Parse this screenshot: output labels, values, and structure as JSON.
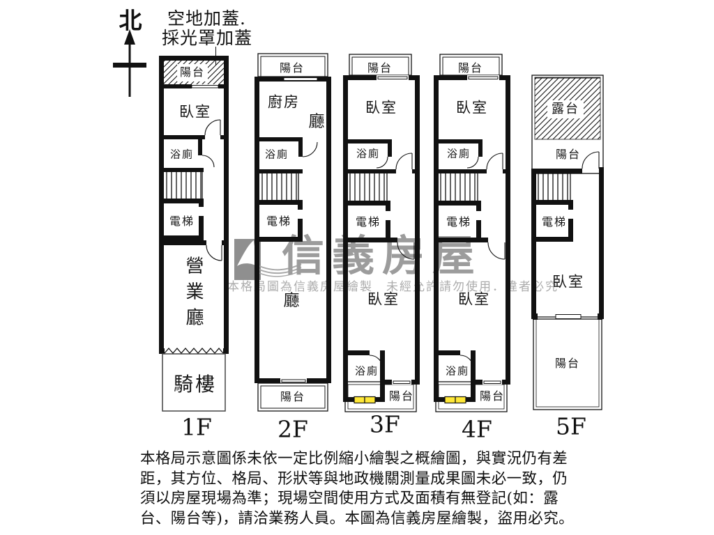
{
  "compass": {
    "north": "北"
  },
  "annotation": {
    "line1": "空地加蓋.",
    "line2": "採光罩加蓋"
  },
  "floors": {
    "f1": {
      "label": "1F",
      "rooms": {
        "balcony_top": "陽台",
        "bedroom": "臥室",
        "bath": "浴廁",
        "elevator": "電梯",
        "business_hall": "營業廳",
        "arcade": "騎樓"
      }
    },
    "f2": {
      "label": "2F",
      "rooms": {
        "balcony_top": "陽台",
        "kitchen": "廚房",
        "living_upper": "廳",
        "bath": "浴廁",
        "elevator": "電梯",
        "living_lower": "廳",
        "balcony_bottom": "陽台"
      }
    },
    "f3": {
      "label": "3F",
      "rooms": {
        "balcony_top": "陽台",
        "bedroom_upper": "臥室",
        "bath_upper": "浴廁",
        "elevator": "電梯",
        "bedroom_lower": "臥室",
        "bath_lower": "浴廁",
        "balcony_bottom": "陽台"
      }
    },
    "f4": {
      "label": "4F",
      "rooms": {
        "balcony_top": "陽台",
        "bedroom_upper": "臥室",
        "bath_upper": "浴廁",
        "elevator": "電梯",
        "bedroom_lower": "臥室",
        "bath_lower": "浴廁",
        "balcony_bottom": "陽台"
      }
    },
    "f5": {
      "label": "5F",
      "rooms": {
        "terrace": "露台",
        "balcony_upper": "陽台",
        "elevator": "電梯",
        "bedroom": "臥室",
        "balcony_bottom": "陽台"
      }
    }
  },
  "watermark": {
    "brand": "信義房屋",
    "notice": "本格局圖為信義房屋繪製　未經允許請勿使用．違者必究",
    "logo_gray": "#8f8f8f"
  },
  "disclaimer": {
    "lines": [
      "本格局示意圖係未依一定比例縮小繪製之概繪圖，與實況仍有差",
      "距，其方位、格局、形狀等與地政機關測量成果圖未必一致，仍",
      "須以房屋現場為準；現場空間使用方式及面積有無登記(如：露",
      "台、陽台等)，請洽業務人員。本圖為信義房屋繪製，盜用必究。"
    ]
  },
  "colors": {
    "wall": "#111111",
    "highlight_yellow": "#ffe838",
    "watermark_gray": "#9c9c9c"
  }
}
